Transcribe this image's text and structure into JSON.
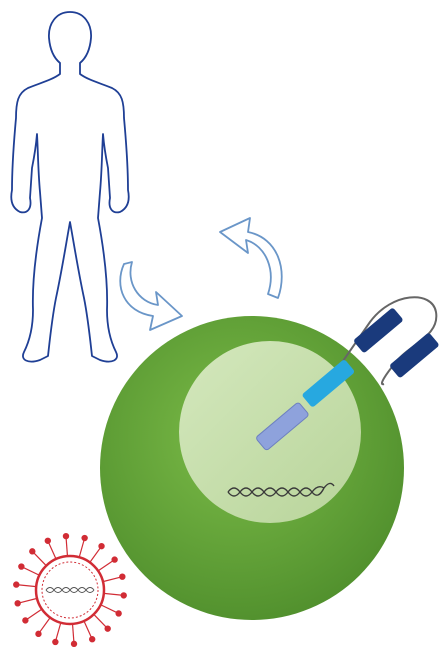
{
  "diagram": {
    "elements": [
      "human-silhouette",
      "curved-arrow-to-cell",
      "curved-arrow-from-cell",
      "host-cell",
      "cell-nucleus",
      "cell-genome-dna",
      "receptor-construct",
      "virus-particle",
      "viral-genome-dna"
    ]
  },
  "colors": {
    "human_outline": "#1f3f95",
    "arrow_stroke": "#6a96c8",
    "cell_outer": "#6aad3c",
    "cell_outer_dark": "#4f8e2c",
    "cell_inner": "#c5ddaa",
    "dna_stroke": "#3a3a3a",
    "receptor_dark": "#1a3a7c",
    "receptor_mid": "#27a8e0",
    "receptor_light": "#8ea2dc",
    "linker": "#666666",
    "virus": "#d12c35"
  }
}
